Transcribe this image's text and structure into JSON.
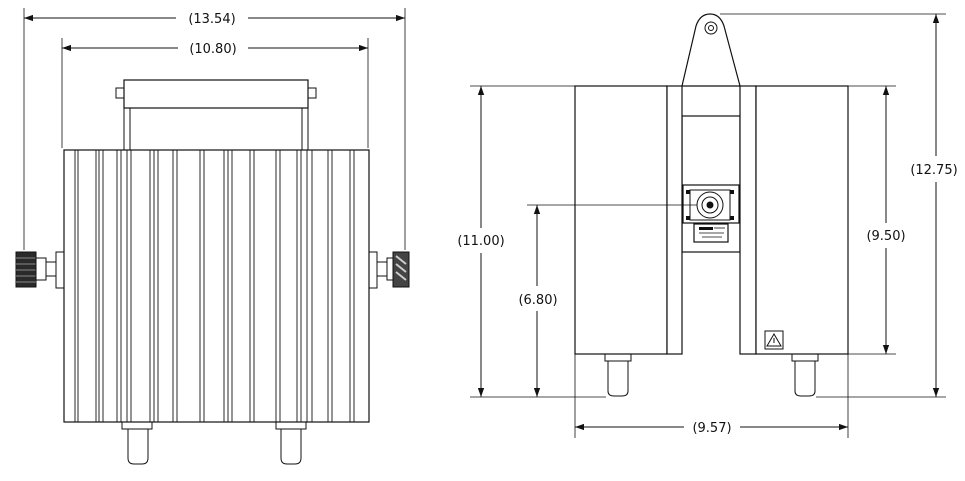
{
  "dimensions": {
    "front_overall_width": "(13.54)",
    "front_body_width": "(10.80)",
    "side_body_height": "(11.00)",
    "side_connector_height": "(6.80)",
    "side_inner_height": "(9.50)",
    "side_overall_height": "(12.75)",
    "side_overall_width": "(9.57)"
  },
  "icons": {
    "warning_label": "hot-surface-warning-icon",
    "rf_connector": "rf-connector-icon",
    "name_plate": "nameplate-icon"
  }
}
